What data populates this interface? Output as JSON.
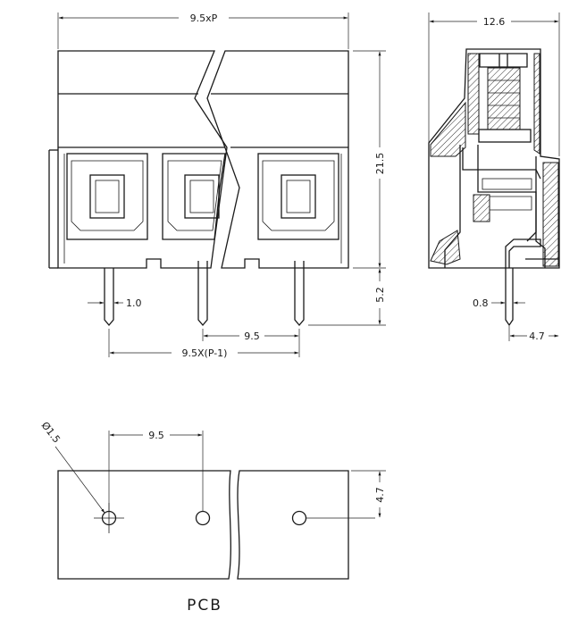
{
  "front_view": {
    "width_label": "9.5xP",
    "height_label": "21.5",
    "pin_length_label": "5.2",
    "pin_width_label": "1.0",
    "pitch_label": "9.5",
    "span_label": "9.5X(P-1)"
  },
  "side_view": {
    "depth_label": "12.6",
    "pin_width_label": "0.8",
    "pin_offset_label": "4.7"
  },
  "pcb_view": {
    "hole_dia_label": "Ø1.5",
    "pitch_label": "9.5",
    "hole_offset_label": "4.7",
    "caption": "PCB"
  }
}
